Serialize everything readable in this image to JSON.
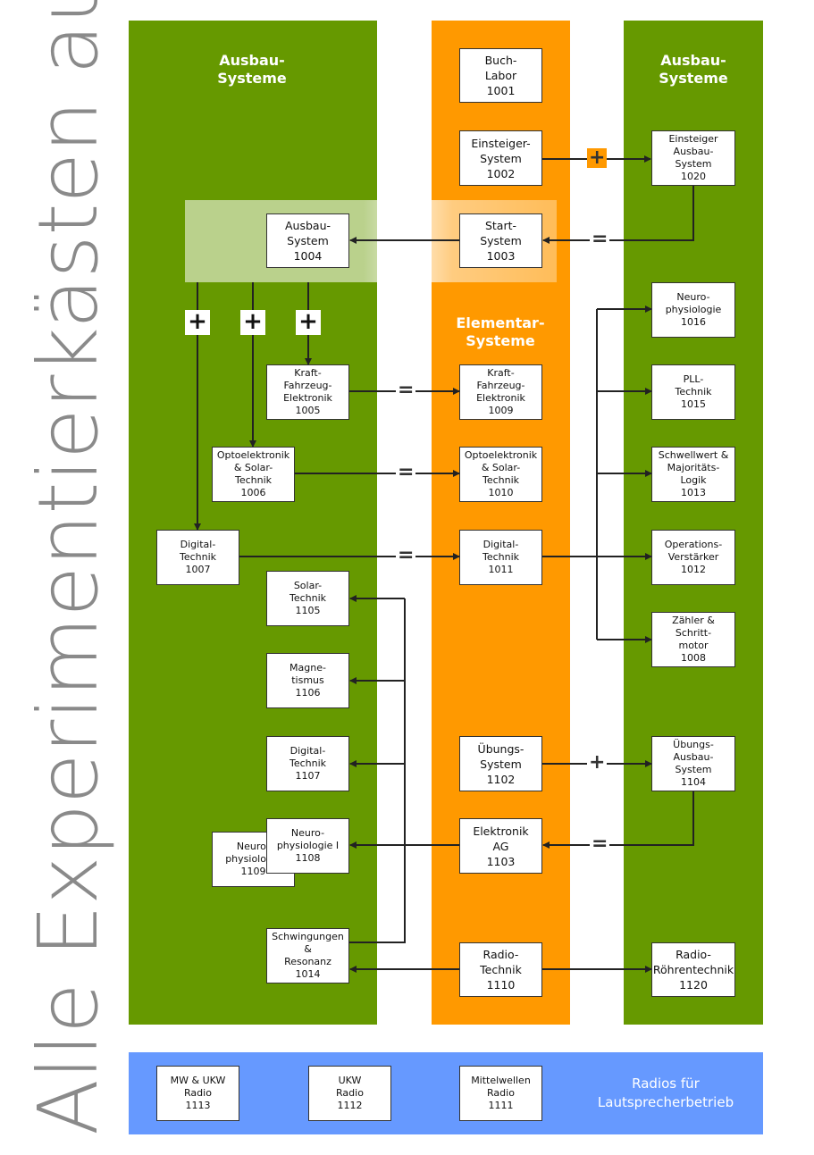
{
  "title": "Alle Experimentierkästen auf einen Blick",
  "headers": {
    "left": "Ausbau-\nSysteme",
    "right": "Ausbau-\nSysteme",
    "middle": "Elementar-\nSysteme"
  },
  "boxes": {
    "b1001": "Buch-\nLabor\n1001",
    "b1002": "Einsteiger-\nSystem\n1002",
    "b1020": "Einsteiger\nAusbau-\nSystem\n1020",
    "b1003": "Start-\nSystem\n1003",
    "b1004": "Ausbau-\nSystem\n1004",
    "b1016": "Neuro-\nphysiologie\n1016",
    "b1005": "Kraft-\nFahrzeug-\nElektronik\n1005",
    "b1009": "Kraft-\nFahrzeug-\nElektronik\n1009",
    "b1015": "PLL-\nTechnik\n1015",
    "b1006": "Optoelektronik\n& Solar-\nTechnik\n1006",
    "b1010": "Optoelektronik\n& Solar-\nTechnik\n1010",
    "b1013": "Schwellwert &\nMajoritäts-\nLogik\n1013",
    "b1007": "Digital-\nTechnik\n1007",
    "b1011": "Digital-\nTechnik\n1011",
    "b1012": "Operations-\nVerstärker\n1012",
    "b1105": "Solar-\nTechnik\n1105",
    "b1008": "Zähler &\nSchritt-\nmotor\n1008",
    "b1106": "Magne-\ntismus\n1106",
    "b1107": "Digital-\nTechnik\n1107",
    "b1102": "Übungs-\nSystem\n1102",
    "b1104": "Übungs-\nAusbau-\nSystem\n1104",
    "b1109": "Neuro-\nphysiologie\n1109",
    "b1108": "Neuro-\nphysiologie I\n1108",
    "b1103": "Elektronik\nAG\n1103",
    "b1014": "Schwingungen &\nResonanz\n1014",
    "b1110": "Radio-\nTechnik\n1110",
    "b1120": "Radio-\nRöhrentechnik\n1120",
    "b1113": "MW & UKW\nRadio\n1113",
    "b1112": "UKW\nRadio\n1112",
    "b1111": "Mittelwellen\nRadio\n1111"
  },
  "symbols": {
    "plus": "+",
    "equals": "="
  },
  "radios_label": "Radios für\nLautsprecherbetrieb",
  "colors": {
    "green": "#669900",
    "orange": "#ff9900",
    "blue": "#6699ff"
  }
}
